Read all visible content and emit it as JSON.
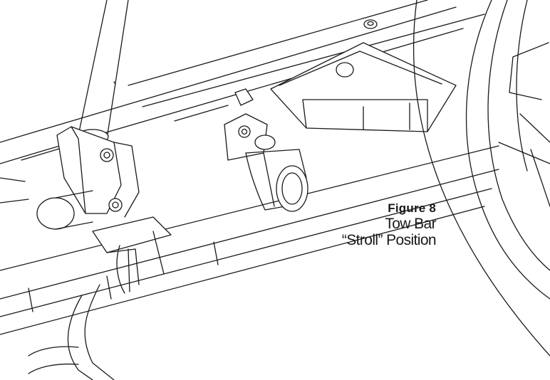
{
  "figure": {
    "number_label": "Figure 8",
    "title_line_1": "Tow Bar",
    "title_line_2": "“Stroll” Position"
  },
  "colors": {
    "line": "#1a1a1a",
    "shade": "#e6e6e6",
    "background": "#ffffff"
  }
}
